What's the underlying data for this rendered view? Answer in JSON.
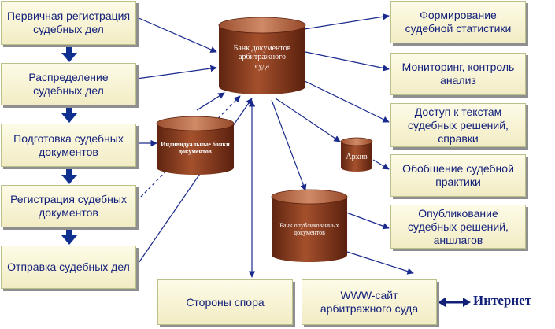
{
  "left_chain": [
    "Первичная регистрация судебных дел",
    "Распределение судебных дел",
    "Подготовка судебных документов",
    "Регистрация судебных документов",
    "Отправка судебных дел"
  ],
  "right_outputs": [
    "Формирование судебной статистики",
    "Мониторинг, контроль анализ",
    "Доступ к текстам судебных решений, справки",
    "Обобщение судебной практики",
    "Опубликование судебных решений, аншлагов"
  ],
  "databases": {
    "main": "Банк документов арбитражного суда",
    "individual": "Индивидуальные банки документов",
    "archive": "Архив",
    "published": "Банк опубликованных документов"
  },
  "bottom": {
    "parties": "Стороны спора",
    "website": "WWW-сайт арбитражного суда",
    "internet": "Интернет"
  },
  "colors": {
    "box_fill": "#f8f4d6",
    "box_border": "#b9c08a",
    "box_text": "#12207a",
    "cylinder_body": "#8a3a1e",
    "cylinder_top": "#b86744",
    "arrow": "#1a2a8c",
    "chain_arrow": "#10308f"
  }
}
